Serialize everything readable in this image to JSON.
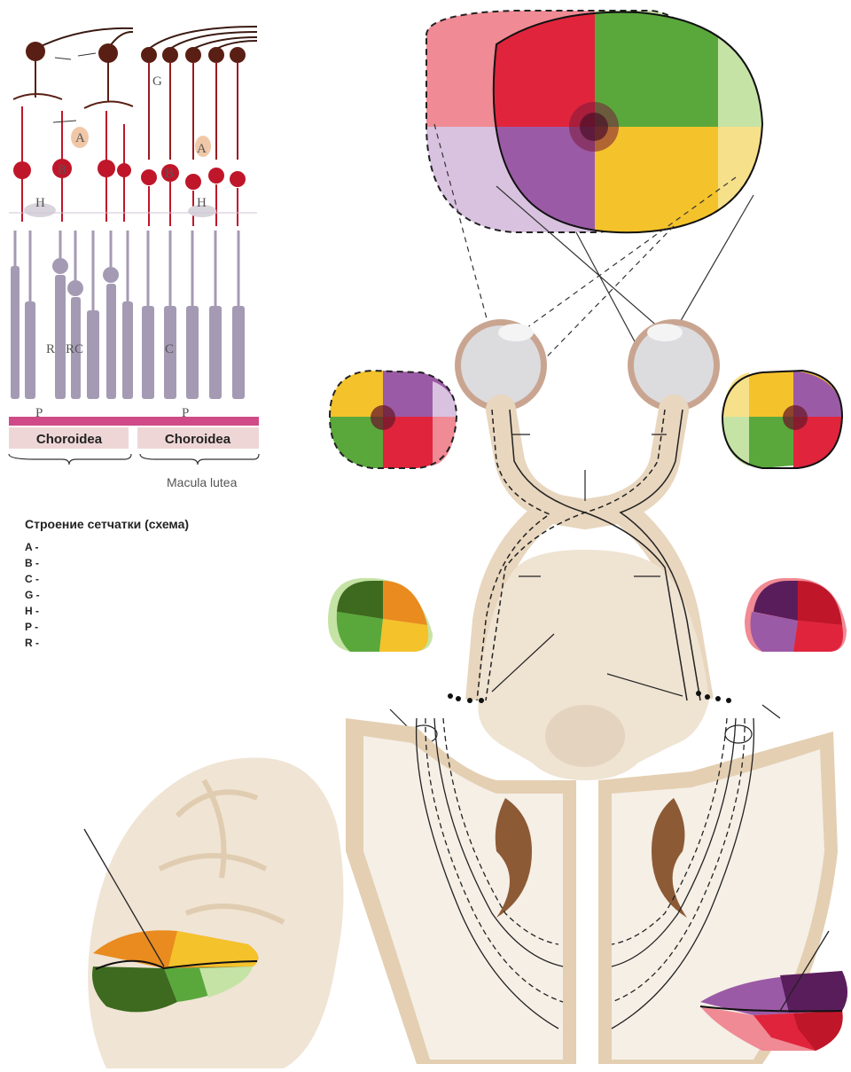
{
  "retina": {
    "cell_labels": {
      "A": "A",
      "B": "B",
      "C": "C",
      "G": "G",
      "H": "H",
      "P": "P",
      "R": "R",
      "RC": "RC"
    },
    "layer_label": "Choroidea",
    "macula_caption": "Macula lutea"
  },
  "legend": {
    "title": "Строение сетчатки (схема)",
    "items": [
      "A -",
      "B -",
      "C -",
      "G -",
      "H -",
      "P -",
      "R -"
    ]
  },
  "colors": {
    "red": "#e0243c",
    "green": "#5aa83c",
    "purple": "#9b5aa6",
    "yellow": "#f4c22b",
    "light_red": "#f08a94",
    "light_green": "#c6e3a6",
    "light_purple": "#d9c2e0",
    "dark_green": "#3d6a1e",
    "orange": "#e98b1f",
    "dark_purple": "#5a1d5c",
    "neuron_red": "#c0162a",
    "ganglion_brown": "#5a1f14",
    "receptor_gray": "#a59ab3",
    "nerve_beige": "#e8d6be",
    "brain_tan": "#efe3d2",
    "cortex_tan": "#e4cfb2",
    "ventricle_brown": "#8d5a36"
  }
}
